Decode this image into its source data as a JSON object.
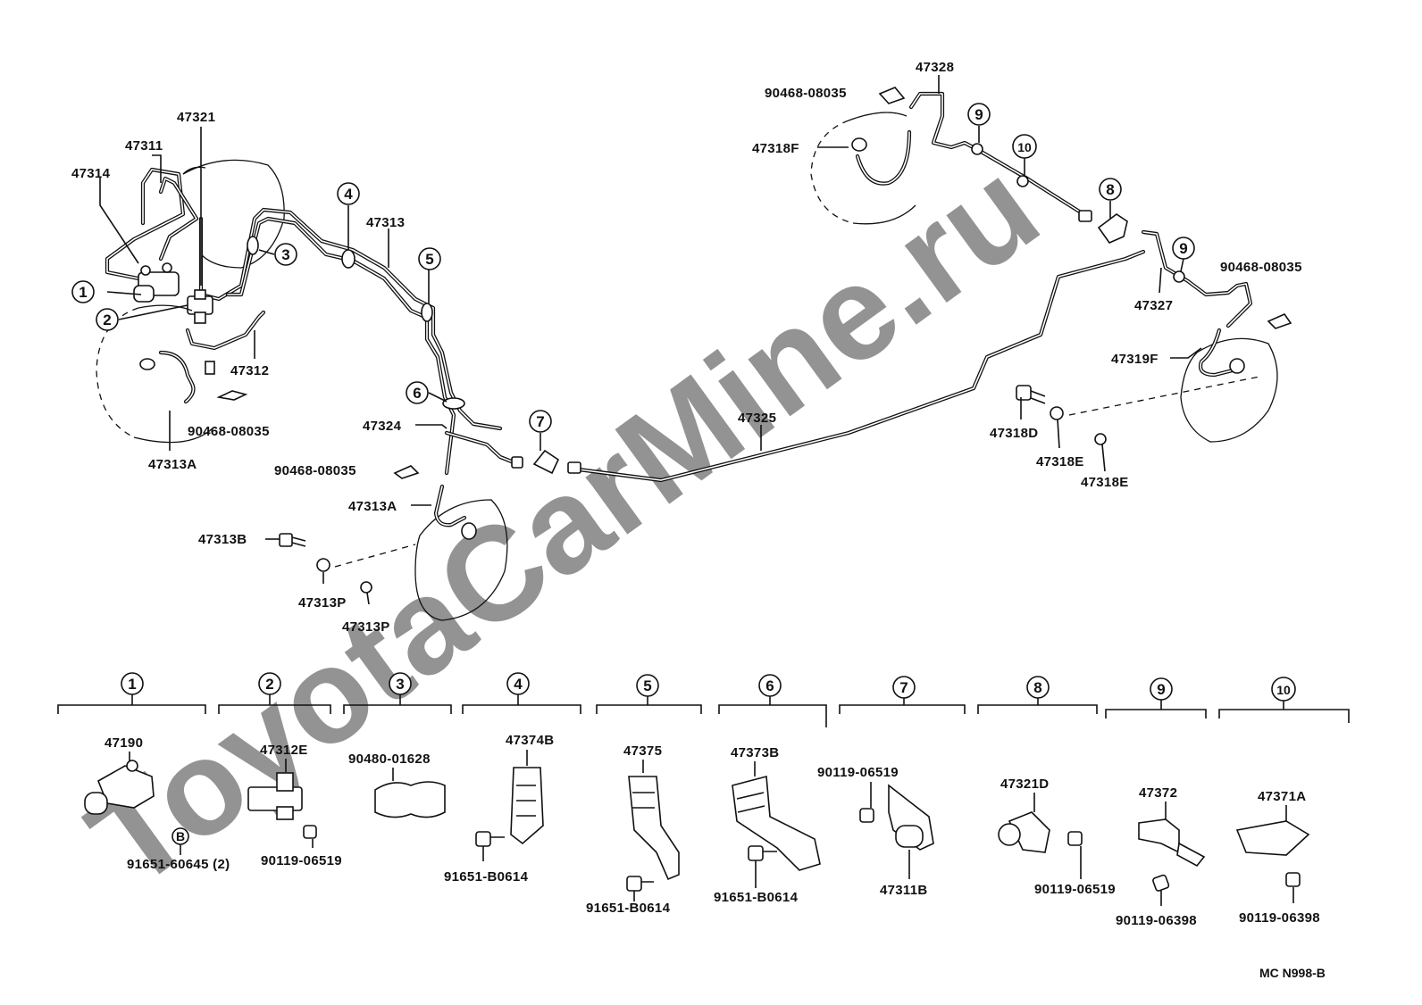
{
  "watermark": "ToyotaCarMine.ru",
  "diagram_code": "MC N998-B",
  "main_labels": [
    {
      "id": "l47321",
      "text": "47321"
    },
    {
      "id": "l47311",
      "text": "47311"
    },
    {
      "id": "l47314",
      "text": "47314"
    },
    {
      "id": "l47313",
      "text": "47313"
    },
    {
      "id": "l47312",
      "text": "47312"
    },
    {
      "id": "l90468a",
      "text": "90468-08035"
    },
    {
      "id": "l47313A1",
      "text": "47313A"
    },
    {
      "id": "l47324",
      "text": "47324"
    },
    {
      "id": "l90468b",
      "text": "90468-08035"
    },
    {
      "id": "l47313A2",
      "text": "47313A"
    },
    {
      "id": "l47313B",
      "text": "47313B"
    },
    {
      "id": "l47313P1",
      "text": "47313P"
    },
    {
      "id": "l47313P2",
      "text": "47313P"
    },
    {
      "id": "l47325",
      "text": "47325"
    },
    {
      "id": "l47328",
      "text": "47328"
    },
    {
      "id": "l90468c",
      "text": "90468-08035"
    },
    {
      "id": "l47318F",
      "text": "47318F"
    },
    {
      "id": "l47327",
      "text": "47327"
    },
    {
      "id": "l90468d",
      "text": "90468-08035"
    },
    {
      "id": "l47319F",
      "text": "47319F"
    },
    {
      "id": "l47318D",
      "text": "47318D"
    },
    {
      "id": "l47318E1",
      "text": "47318E"
    },
    {
      "id": "l47318E2",
      "text": "47318E"
    }
  ],
  "callouts": [
    "1",
    "2",
    "3",
    "4",
    "5",
    "6",
    "7",
    "8",
    "9",
    "9",
    "10"
  ],
  "groups": [
    {
      "num": "1",
      "parts": [
        "47190",
        "91651-60645 (2)"
      ],
      "badge": "B"
    },
    {
      "num": "2",
      "parts": [
        "47312E",
        "90119-06519"
      ]
    },
    {
      "num": "3",
      "parts": [
        "90480-01628"
      ]
    },
    {
      "num": "4",
      "parts": [
        "47374B",
        "91651-B0614"
      ]
    },
    {
      "num": "5",
      "parts": [
        "47375",
        "91651-B0614"
      ]
    },
    {
      "num": "6",
      "parts": [
        "47373B",
        "91651-B0614"
      ]
    },
    {
      "num": "7",
      "parts": [
        "90119-06519",
        "47311B"
      ]
    },
    {
      "num": "8",
      "parts": [
        "47321D",
        "90119-06519"
      ]
    },
    {
      "num": "9",
      "parts": [
        "47372",
        "90119-06398"
      ]
    },
    {
      "num": "10",
      "parts": [
        "47371A",
        "90119-06398"
      ]
    }
  ]
}
